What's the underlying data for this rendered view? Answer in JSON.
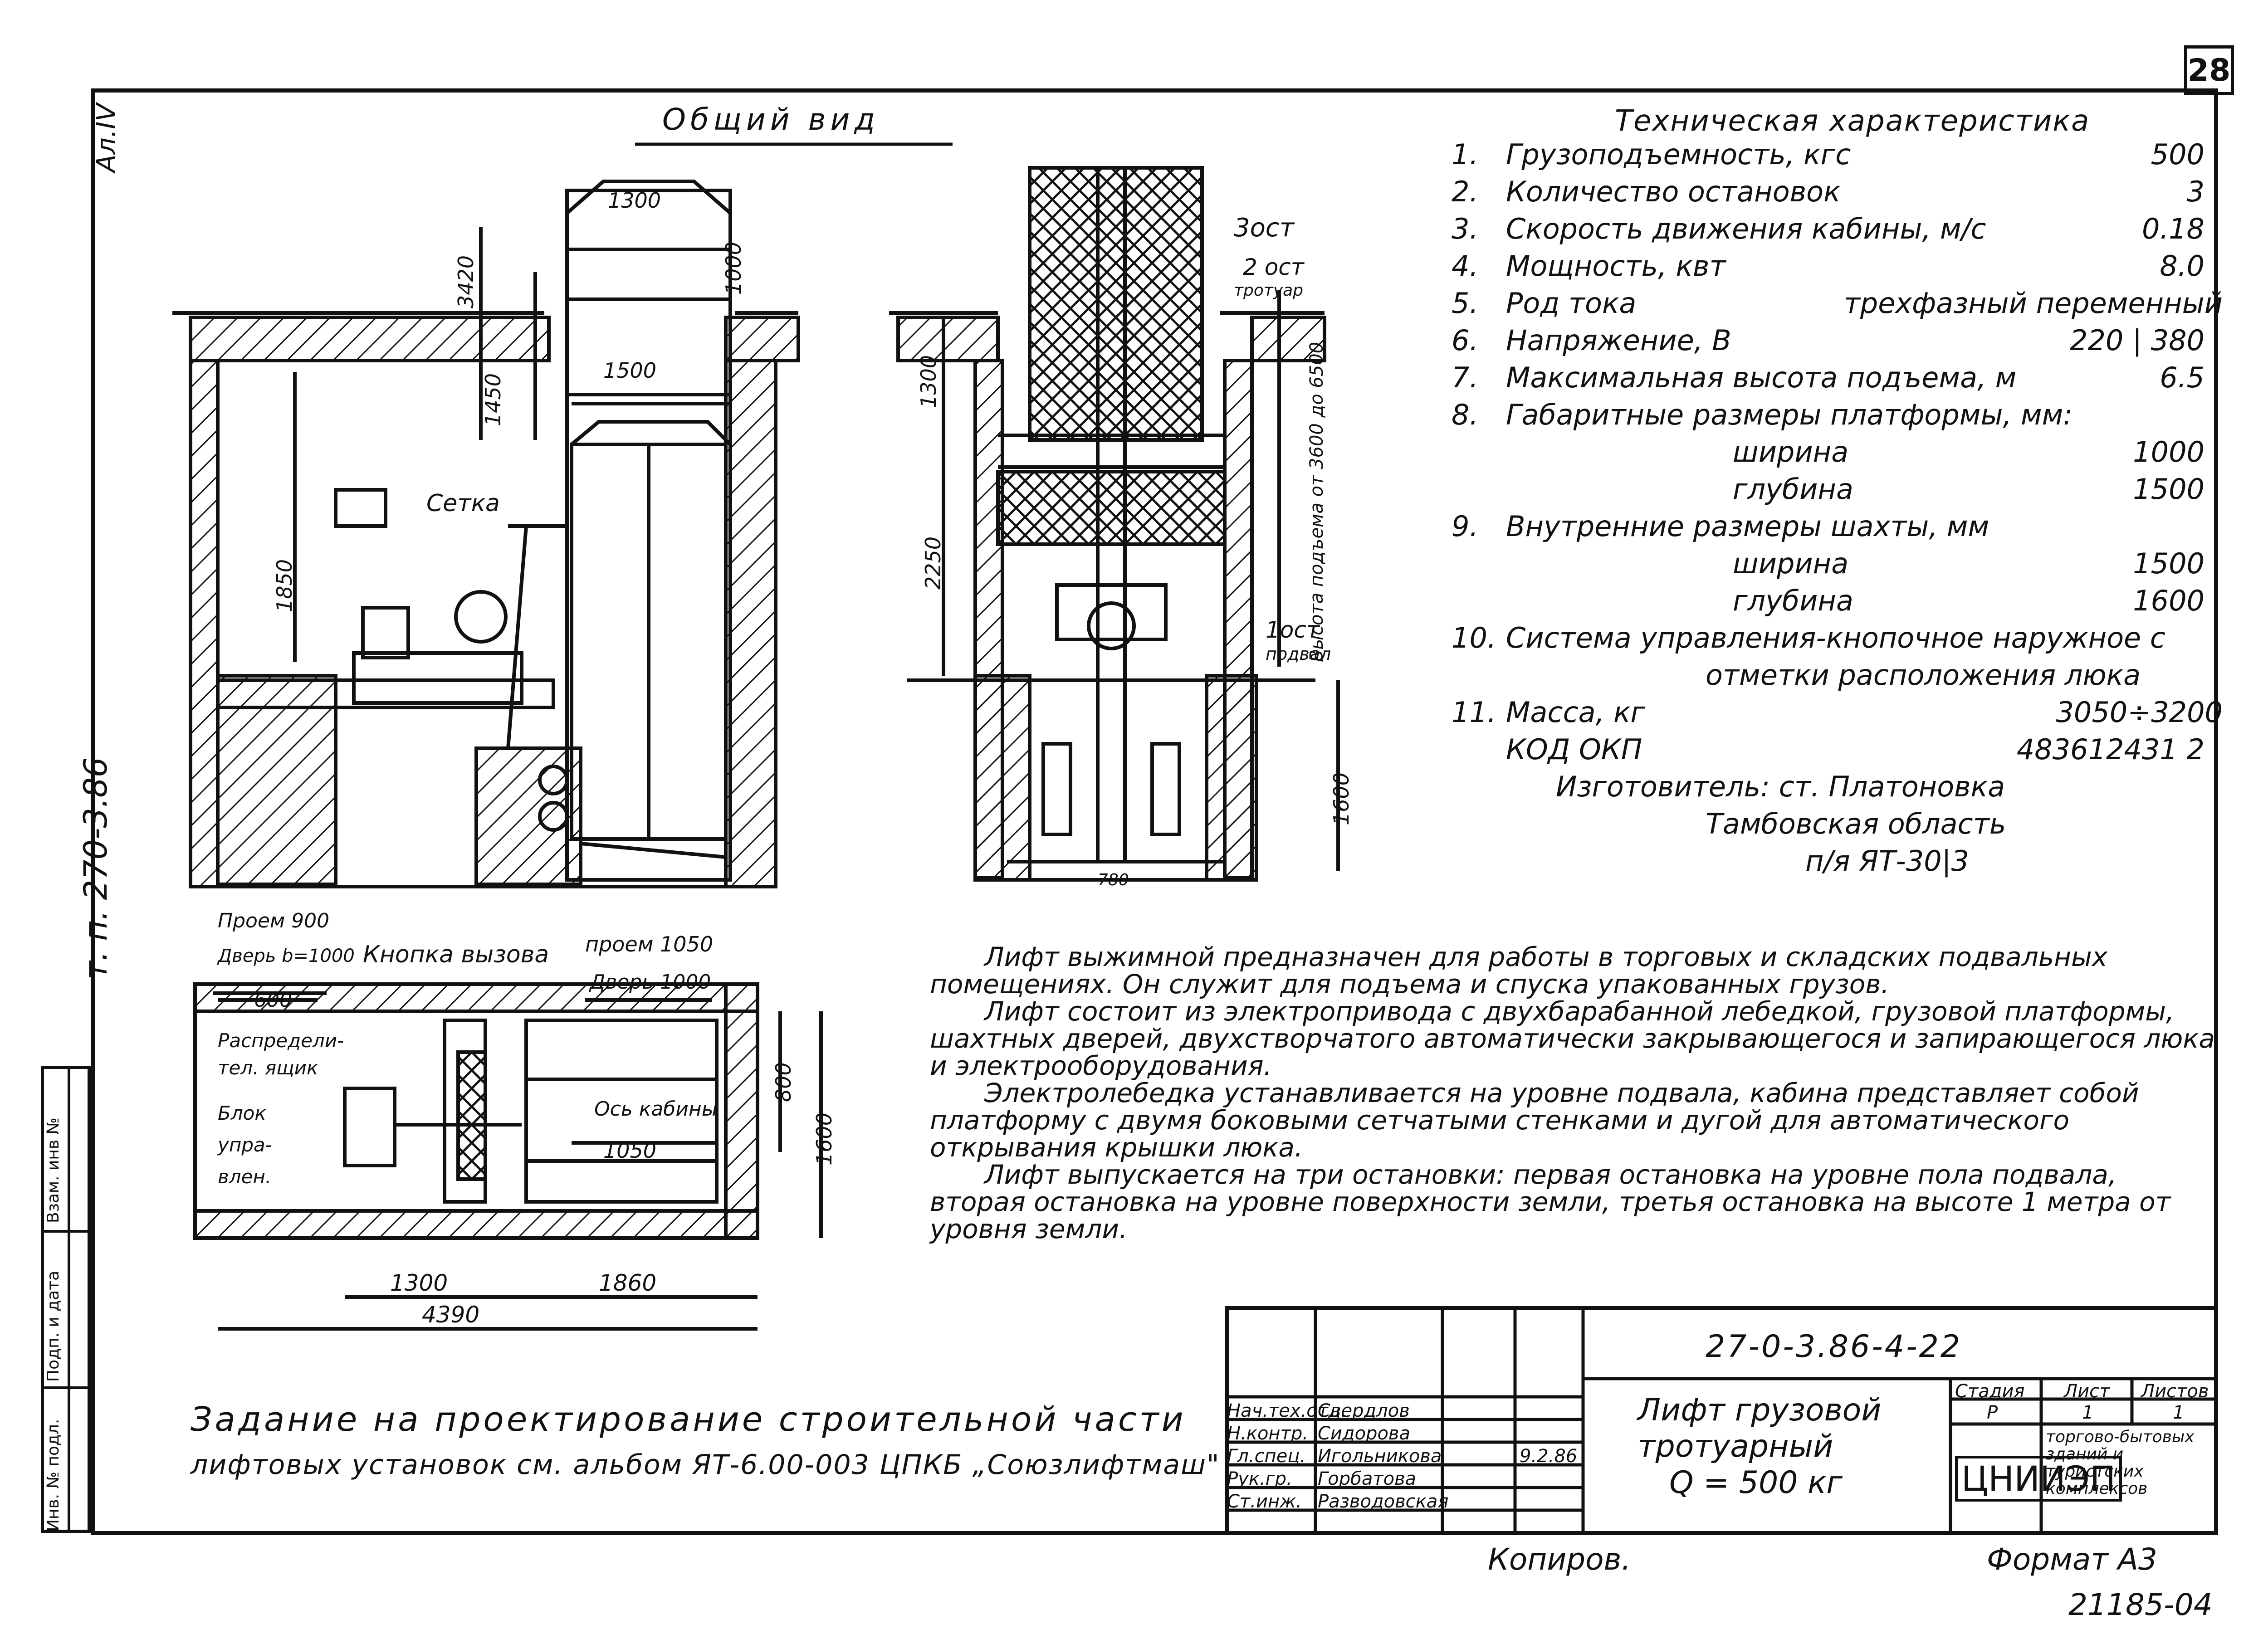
{
  "page_number": "28",
  "side_label": "Ал.IV",
  "side_stamp": "т. п. 270-3.86",
  "left_strip": [
    "Инв. № подл.",
    "Подп. и дата",
    "Взам. инв №"
  ],
  "drawing": {
    "title": "Общий вид",
    "labels": {
      "setka": "Сетка",
      "stop3": "3ост",
      "stop2a": "2 ост",
      "stop2b": "тротуар",
      "stop1a": "1ост",
      "stop1b": "подвал",
      "lift_height": "Высота подъема от 3600 до 6500",
      "proem900": "Проем 900",
      "door1000a": "Дверь b=1000",
      "call_button": "Кнопка вызова",
      "proem1050": "проем 1050",
      "door1000b": "Дверь 1000",
      "dist_box_a": "Распредели-",
      "dist_box_b": "тел. ящик",
      "ctrl_a": "Блок",
      "ctrl_b": "упра-",
      "ctrl_c": "влен.",
      "axis": "Ось кабины"
    },
    "dims": {
      "d1300top": "1300",
      "d3420": "3420",
      "d1000v": "1000",
      "d1500": "1500",
      "d1450": "1450",
      "d1850": "1850",
      "d1300b": "1300",
      "d2250": "2250",
      "d1600v": "1600",
      "d780": "780",
      "d800": "800",
      "d1600p": "1600",
      "d1050": "1050",
      "d1300p": "1300",
      "d1860": "1860",
      "d4390": "4390",
      "d600": "600"
    }
  },
  "specs": {
    "title": "Техническая характеристика",
    "items": [
      {
        "n": "1.",
        "t": "Грузоподъемность, кгс",
        "v": "500"
      },
      {
        "n": "2.",
        "t": "Количество остановок",
        "v": "3"
      },
      {
        "n": "3.",
        "t": "Скорость движения кабины, м/с",
        "v": "0.18"
      },
      {
        "n": "4.",
        "t": "Мощность, квт",
        "v": "8.0"
      },
      {
        "n": "5.",
        "t": "Род тока",
        "v": "трехфазный переменный"
      },
      {
        "n": "6.",
        "t": "Напряжение, В",
        "v": "220 | 380"
      },
      {
        "n": "7.",
        "t": "Максимальная высота подъема, м",
        "v": "6.5"
      },
      {
        "n": "8.",
        "t": "Габаритные размеры платформы, мм:",
        "v": ""
      },
      {
        "n": "",
        "sub": "ширина",
        "v": "1000"
      },
      {
        "n": "",
        "sub": "глубина",
        "v": "1500"
      },
      {
        "n": "9.",
        "t": "Внутренние размеры шахты, мм",
        "v": ""
      },
      {
        "n": "",
        "sub": "ширина",
        "v": "1500"
      },
      {
        "n": "",
        "sub": "глубина",
        "v": "1600"
      },
      {
        "n": "10.",
        "t": "Система управления-кнопочное наружное с",
        "v": ""
      },
      {
        "n": "",
        "sub": "отметки расположения люка",
        "v": ""
      },
      {
        "n": "11.",
        "t": "Масса, кг",
        "v": "3050÷3200"
      },
      {
        "n": "",
        "t": "КОД ОКП",
        "v": "483612431 2"
      }
    ],
    "maker": [
      "Изготовитель: ст. Платоновка",
      "Тамбовская область",
      "п/я ЯТ-30|3"
    ]
  },
  "description": [
    "Лифт выжимной предназначен для работы в торговых и складских подвальных помещениях. Он служит для подъема и спуска упакованных грузов.",
    "Лифт состоит из электропривода с двухбарабанной лебедкой, грузовой платформы, шахтных дверей, двухстворчатого автоматически закрывающегося и запирающегося люка и электрооборудования.",
    "Электролебедка устанавливается на уровне подвала, кабина представляет собой платформу с двумя боковыми сетчатыми стенками и дугой для автоматического открывания крышки люка.",
    "Лифт выпускается на три остановки: первая остановка на уровне пола подвала, вторая остановка на уровне поверхности земли, третья остановка на высоте 1 метра от уровня земли."
  ],
  "note": [
    "Задание на проектирование строительной части",
    "лифтовых установок см. альбом ЯТ-6.00-003 ЦПКБ „Союзлифтмаш\""
  ],
  "title_block": {
    "code": "27-0-3.86-4-22",
    "name": [
      "Лифт грузовой",
      "тротуарный",
      "Q = 500 кг"
    ],
    "roles": [
      {
        "role": "Нач.тех.отд.",
        "name": "Свердлов",
        "date": ""
      },
      {
        "role": "Н.контр.",
        "name": "Сидорова",
        "date": ""
      },
      {
        "role": "Гл.спец.",
        "name": "Игольникова",
        "date": "9.2.86"
      },
      {
        "role": "Рук.гр.",
        "name": "Горбатова",
        "date": ""
      },
      {
        "role": "Ст.инж.",
        "name": "Разводовская",
        "date": ""
      }
    ],
    "stage_header": [
      "Стадия",
      "Лист",
      "Листов"
    ],
    "stage_values": [
      "Р",
      "1",
      "1"
    ],
    "org": "ЦНИИЭП",
    "org_sub": "торгово-бытовых зданий и туристских комплексов"
  },
  "footer": {
    "copied": "Копиров.",
    "format": "Формат А3",
    "number": "21185-04"
  }
}
